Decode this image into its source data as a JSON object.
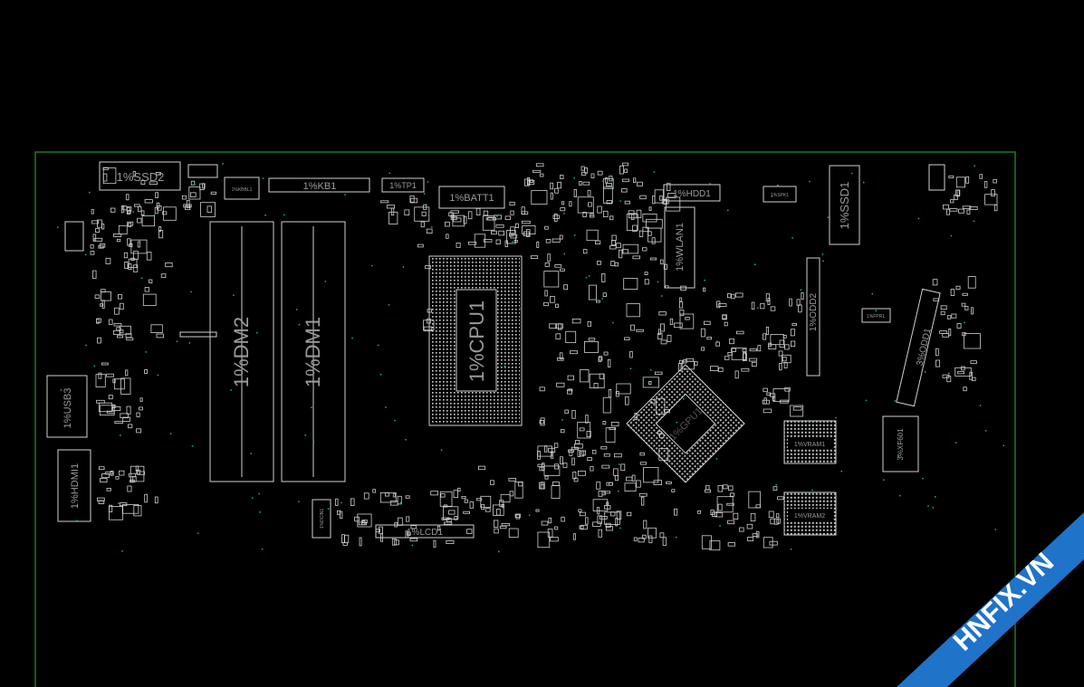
{
  "board": {
    "outline_color": "#1f7a1f",
    "part_color": "#d0d0d0",
    "label_color": "#9a9a9a",
    "accent_color": "#2aa7a7"
  },
  "components": [
    {
      "id": "ssd2",
      "label": "1%SSD2"
    },
    {
      "id": "kb1",
      "label": "1%KB1"
    },
    {
      "id": "kbbl1",
      "label": "1%KBBL1"
    },
    {
      "id": "tp1",
      "label": "1%TP1"
    },
    {
      "id": "batt1",
      "label": "1%BATT1"
    },
    {
      "id": "hdd1",
      "label": "1%HDD1"
    },
    {
      "id": "spk1",
      "label": "1%SPK1"
    },
    {
      "id": "ssd1",
      "label": "1%SSD1"
    },
    {
      "id": "wlan1",
      "label": "1%WLAN1"
    },
    {
      "id": "odd2",
      "label": "1%ODD2"
    },
    {
      "id": "fpr1",
      "label": "1%FPR1"
    },
    {
      "id": "odd1",
      "label": "3%ODD1"
    },
    {
      "id": "dm2",
      "label": "1%DM2"
    },
    {
      "id": "dm1",
      "label": "1%DM1"
    },
    {
      "id": "cpu1",
      "label": "1%CPU1"
    },
    {
      "id": "usb3",
      "label": "1%USB3"
    },
    {
      "id": "hdmi1",
      "label": "1%HDMI1"
    },
    {
      "id": "dcin1",
      "label": "1%DCIN1"
    },
    {
      "id": "lcd1",
      "label": "1%LCD1"
    },
    {
      "id": "vram1",
      "label": "1%VRAM1"
    },
    {
      "id": "vram2",
      "label": "1%VRAM2"
    },
    {
      "id": "xf601",
      "label": "3%XF601"
    },
    {
      "id": "gpu1",
      "label": "1%GPU1"
    }
  ],
  "watermark": {
    "text": "HNFIX.VN",
    "bg_color": "#1f73c8",
    "text_color": "#ffffff"
  }
}
